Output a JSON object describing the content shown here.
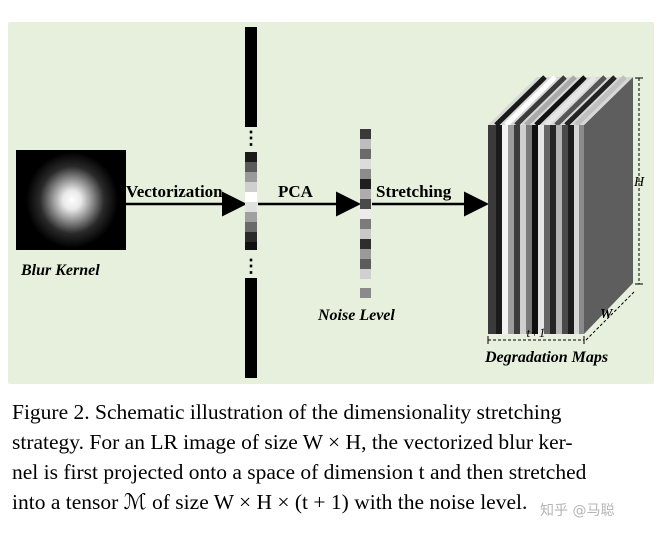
{
  "diagram": {
    "blur_kernel_label": "Blur Kernel",
    "vectorization_label": "Vectorization",
    "pca_label": "PCA",
    "stretching_label": "Stretching",
    "noise_level_label": "Noise Level",
    "degradation_maps_label": "Degradation Maps",
    "dim_h": "H",
    "dim_w": "W",
    "dim_t": "t+1",
    "ellipsis": "⋮"
  },
  "caption": {
    "line1": "Figure 2. Schematic illustration of the dimensionality stretching",
    "line2": "strategy. For an LR image of size W × H, the vectorized blur ker-",
    "line3": "nel is first projected onto a space of dimension t and then stretched",
    "line4": "into a tensor ℳ of size W × H × (t + 1) with the noise level."
  },
  "watermark": "知乎 @马聪"
}
